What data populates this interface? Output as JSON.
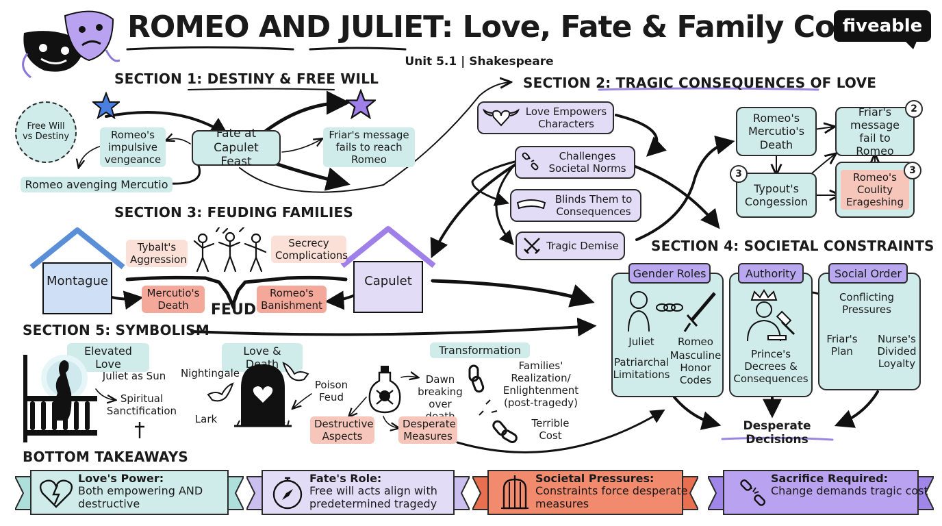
{
  "header": {
    "title": "ROMEO AND JULIET: Love, Fate & Family Conflict",
    "subtitle": "Unit 5.1 | Shakespeare",
    "brand": "fiveable"
  },
  "section1": {
    "title": "SECTION 1: DESTINY & FREE WILL",
    "badge": "Free Will vs Destiny",
    "center": "Fate at Capulet Feast",
    "vengeance": "Romeo's impulsive vengeance",
    "avenging": "Romeo avenging Mercutio",
    "friar": "Friar's message fails to reach Romeo"
  },
  "section2": {
    "title": "SECTION 2: TRAGIC CONSEQUENCES OF LOVE",
    "steps": [
      {
        "label": "Love Empowers Characters",
        "icon": "winged-heart-icon"
      },
      {
        "label": "Challenges Societal Norms",
        "icon": "broken-chain-icon"
      },
      {
        "label": "Blinds Them to Consequences",
        "icon": "blindfold-icon"
      },
      {
        "label": "Tragic Demise",
        "icon": "crossed-swords-icon"
      }
    ],
    "cycle": {
      "a": "Romeo's Mercutio's Death",
      "b": "Friar's message fail to Romeo",
      "c": "Typout's Congession",
      "d": "Romeo's Coulity Erageshing",
      "n1": "2",
      "n2": "3",
      "n3": "3"
    }
  },
  "section3": {
    "title": "SECTION 3: FEUDING FAMILIES",
    "montague": "Montague",
    "capulet": "Capulet",
    "tybalt": "Tybalt's Aggression",
    "secrecy": "Secrecy Complications",
    "mercutio": "Mercutio's Death",
    "banishment": "Romeo's Banishment",
    "feud": "FEUD"
  },
  "section4": {
    "title": "SECTION 4: SOCIETAL CONSTRAINTS",
    "gender": {
      "head": "Gender Roles",
      "juliet": "Juliet",
      "romeo": "Romeo",
      "left": "Patriarchal Limitations",
      "right": "Masculine Honor Codes"
    },
    "authority": {
      "head": "Authority",
      "text": "Prince's Decrees & Consequences"
    },
    "social": {
      "head": "Social Order",
      "pressures": "Conflicting Pressures",
      "friar": "Friar's Plan",
      "nurse": "Nurse's Divided Loyalty"
    },
    "decisions": "Desperate Decisions"
  },
  "section5": {
    "title": "SECTION 5: SYMBOLISM",
    "elevated": {
      "head": "Elevated Love",
      "sun": "Juliet as Sun",
      "spiritual": "Spiritual Sanctification"
    },
    "love_death": {
      "head": "Love & Death",
      "nightingale": "Nightingale",
      "lark": "Lark"
    },
    "transformation": {
      "head": "Transformation",
      "poison": "Poison Feud",
      "dawn": "Dawn breaking over death",
      "destructive": "Destructive Aspects",
      "desperate": "Desperate Measures",
      "families": "Families' Realization/ Enlightenment (post-tragedy)",
      "cost": "Terrible Cost"
    }
  },
  "takeaways": {
    "title": "BOTTOM TAKEAWAYS",
    "items": [
      {
        "head": "Love's Power:",
        "text": "Both empowering AND destructive",
        "icon": "heart-lightning-icon",
        "color": "#cfeceb"
      },
      {
        "head": "Fate's Role:",
        "text": "Free will acts align with predetermined tragedy",
        "icon": "compass-icon",
        "color": "#e3dcf7"
      },
      {
        "head": "Societal Pressures:",
        "text": "Constraints force desperate measures",
        "icon": "birdcage-icon",
        "color": "#f28b6e"
      },
      {
        "head": "Sacrifice Required:",
        "text": "Change demands tragic cost",
        "icon": "broken-chain-icon",
        "color": "#b9a3f0"
      }
    ]
  },
  "colors": {
    "teal": "#cfeceb",
    "purple": "#e3dcf7",
    "red": "#f6c6bb",
    "accent_purple": "#b9a8ef"
  }
}
